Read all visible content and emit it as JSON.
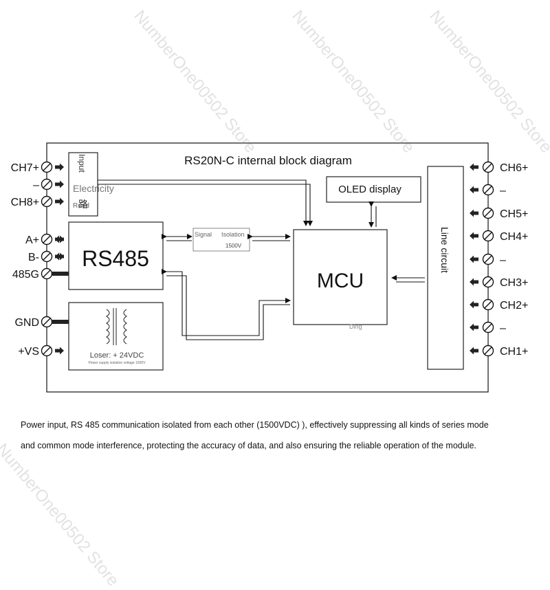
{
  "title": "RS20N-C internal block diagram",
  "left_terminals": [
    "CH7+",
    "–",
    "CH8+",
    "A+",
    "B-",
    "485G",
    "GND",
    "+VS"
  ],
  "right_terminals": [
    "CH6+",
    "–",
    "CH5+",
    "CH4+",
    "–",
    "CH3+",
    "CH2+",
    "–",
    "CH1+"
  ],
  "blocks": {
    "input_small_vertical": "Input",
    "input_small_overlay": "Electricity",
    "input_small_glyph": "路",
    "input_small_sub": "Road",
    "rs485": "RS485",
    "mcu": "MCU",
    "mcu_sub": "Ding",
    "oled": "OLED display",
    "right_circuit": "Line circuit",
    "signal_label": "Signal",
    "isolation_label": "Isolation",
    "isolation_voltage": "1500V",
    "power_label": "Loser: + 24VDC",
    "power_sub": "Power supply isolation voltage 1500V"
  },
  "caption_lines": [
    "Power input, RS 485 communication isolated from each other (1500VDC) ), effectively suppressing all kinds of series mode",
    "and common mode interference, protecting the accuracy of data, and also ensuring the reliable operation of the module."
  ],
  "watermark": "NumberOne00502 Store"
}
